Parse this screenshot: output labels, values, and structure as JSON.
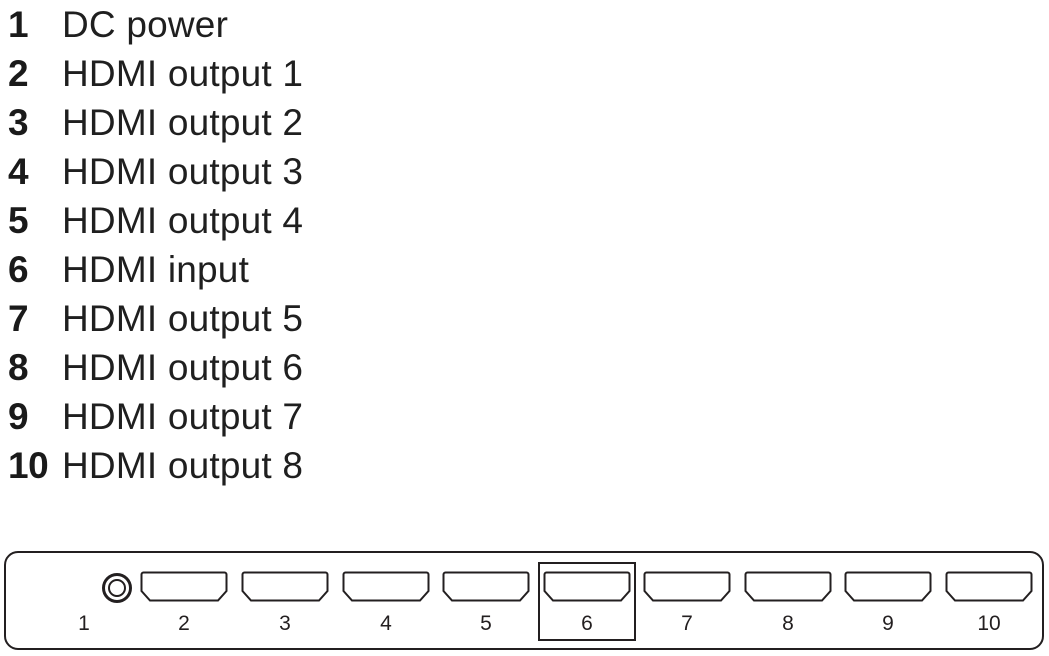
{
  "legend": {
    "items": [
      {
        "number": "1",
        "label": "DC power"
      },
      {
        "number": "2",
        "label": "HDMI output 1"
      },
      {
        "number": "3",
        "label": "HDMI output 2"
      },
      {
        "number": "4",
        "label": "HDMI output 3"
      },
      {
        "number": "5",
        "label": "HDMI output 4"
      },
      {
        "number": "6",
        "label": "HDMI input"
      },
      {
        "number": "7",
        "label": "HDMI output 5"
      },
      {
        "number": "8",
        "label": "HDMI output 6"
      },
      {
        "number": "9",
        "label": "HDMI output 7"
      },
      {
        "number": "10",
        "label": "HDMI output 8"
      }
    ]
  },
  "device": {
    "ports": [
      {
        "number": "1",
        "type": "dc-power-jack",
        "highlighted": false
      },
      {
        "number": "2",
        "type": "hdmi",
        "highlighted": false
      },
      {
        "number": "3",
        "type": "hdmi",
        "highlighted": false
      },
      {
        "number": "4",
        "type": "hdmi",
        "highlighted": false
      },
      {
        "number": "5",
        "type": "hdmi",
        "highlighted": false
      },
      {
        "number": "6",
        "type": "hdmi",
        "highlighted": true
      },
      {
        "number": "7",
        "type": "hdmi",
        "highlighted": false
      },
      {
        "number": "8",
        "type": "hdmi",
        "highlighted": false
      },
      {
        "number": "9",
        "type": "hdmi",
        "highlighted": false
      },
      {
        "number": "10",
        "type": "hdmi",
        "highlighted": false
      }
    ]
  },
  "colors": {
    "outline": "#231f20",
    "text": "#1a1a1a",
    "background": "#ffffff"
  }
}
